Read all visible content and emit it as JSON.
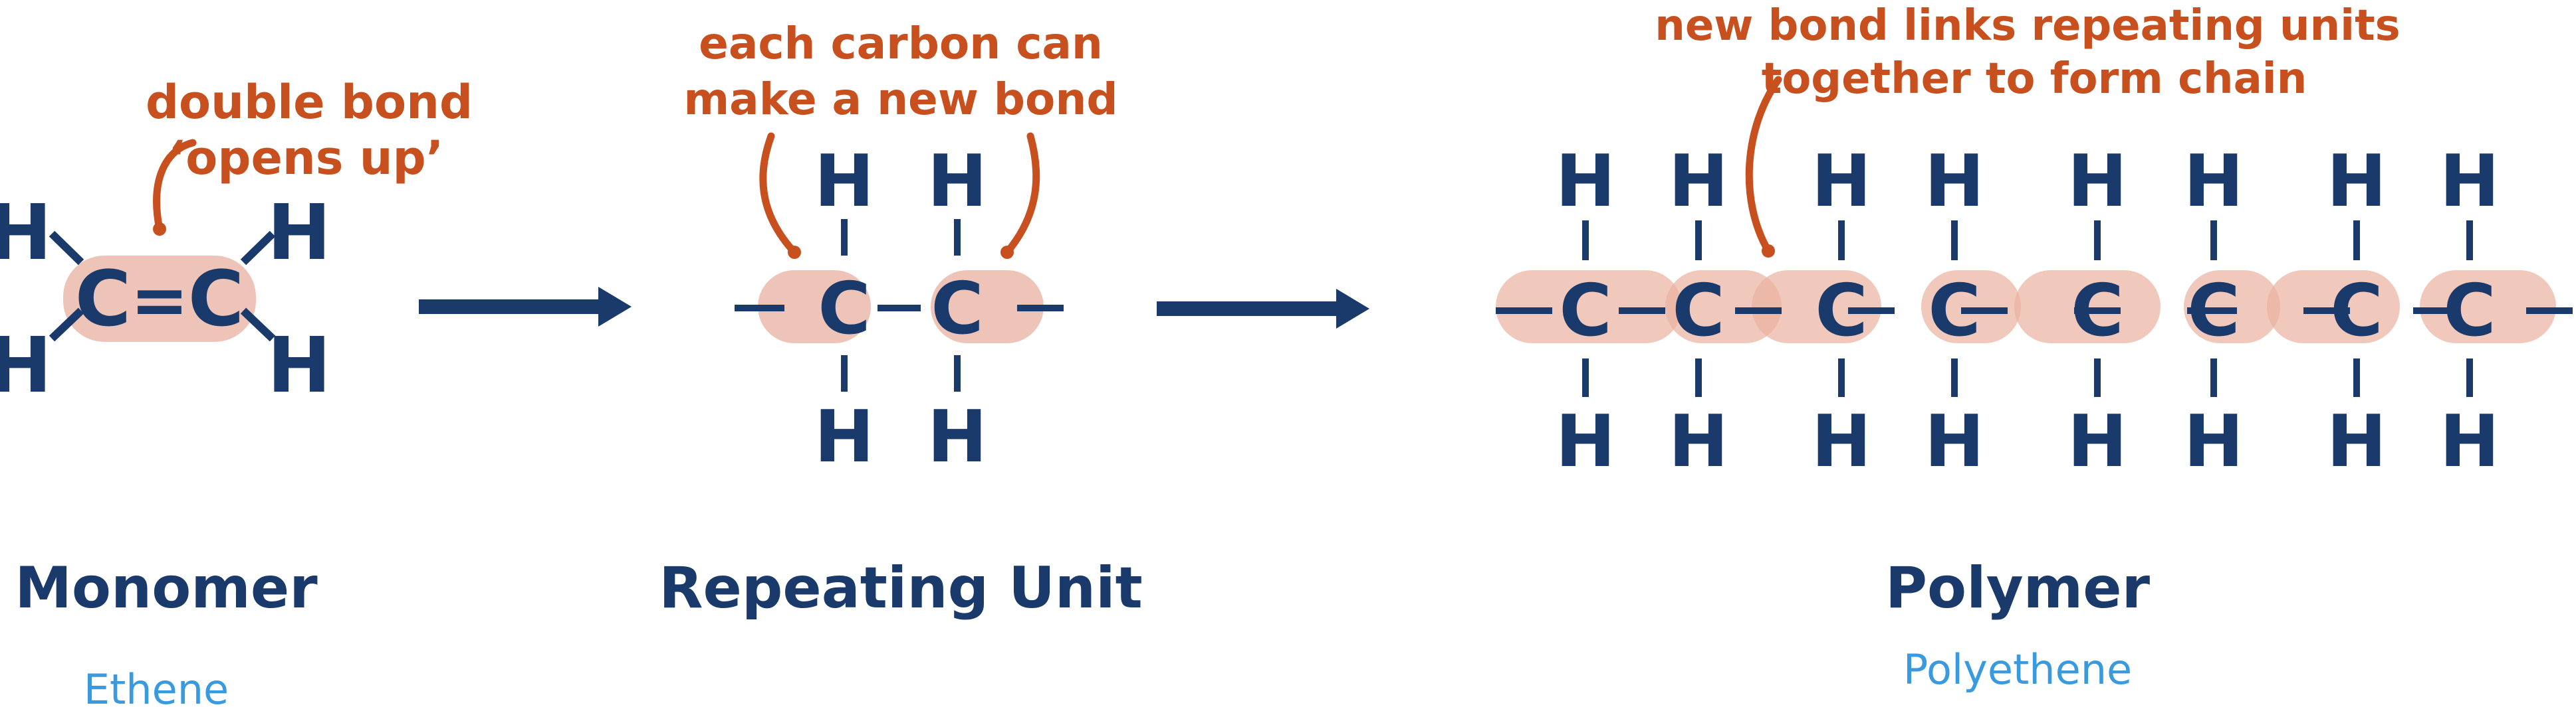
{
  "atoms": {
    "carbon": "C",
    "hydrogen": "H"
  },
  "bonds": {
    "double": "="
  },
  "annotations": {
    "double_bond_line1": "double bond",
    "double_bond_line2": "‘opens up’",
    "carbon_line1": "each carbon can",
    "carbon_line2": "make a new bond",
    "link_line1": "new bond links repeating units",
    "link_line2": "together to form chain"
  },
  "labels": {
    "monomer": {
      "title": "Monomer",
      "name": "Ethene"
    },
    "repeating_unit": {
      "title": "Repeating Unit"
    },
    "polymer": {
      "title": "Polymer",
      "name": "Polyethene"
    }
  },
  "colors": {
    "atom": "#1a3a6b",
    "bond": "#1a3a6b",
    "annotation": "#c8501e",
    "highlight": "#e9b0a0",
    "subtitle": "#3a9ae0"
  }
}
